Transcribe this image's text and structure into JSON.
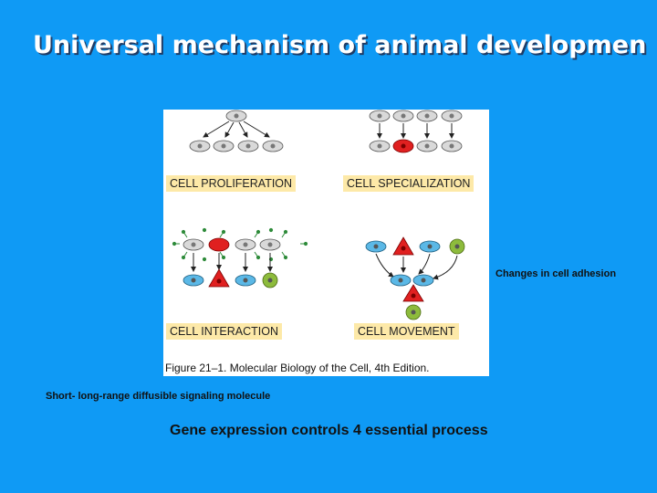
{
  "slide": {
    "title": "Universal mechanism of animal developmen",
    "bottom_text": "Gene expression controls 4 essential process",
    "annotation_adhesion": "Changes in cell adhesion",
    "annotation_signaling": "Short- long-range diffusible signaling molecule"
  },
  "figure": {
    "panels": {
      "proliferation": "CELL PROLIFERATION",
      "specialization": "CELL SPECIALIZATION",
      "interaction": "CELL INTERACTION",
      "movement": "CELL MOVEMENT"
    },
    "caption": "Figure 21–1. Molecular Biology of the Cell, 4th Edition."
  },
  "colors": {
    "background": "#0f9af5",
    "cell_gray": "#d9d9d9",
    "cell_red": "#e02020",
    "cell_blue": "#5bb8e6",
    "cell_green": "#8dbb3c",
    "label_bg": "#fde9a8"
  }
}
